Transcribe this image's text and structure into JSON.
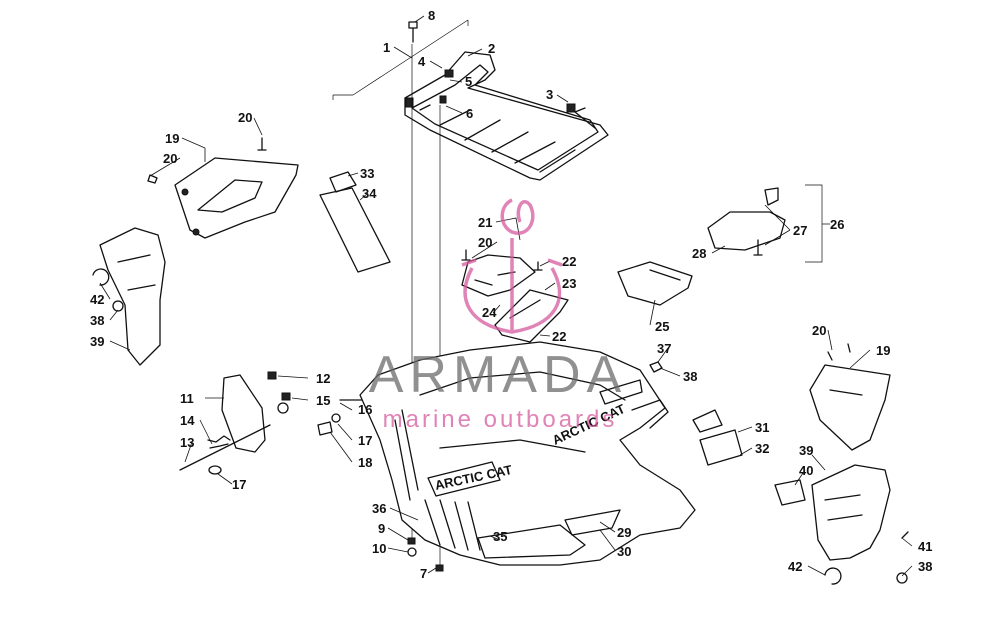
{
  "watermark": {
    "title": "ARMADA",
    "subtitle": "marine outboards",
    "accent_color": "#d65a9e",
    "title_color": "#6b6b6b",
    "logo": "anchor-logo"
  },
  "decal_text": {
    "brand": "ARCTIC CAT",
    "grille": "ARCTIC CAT"
  },
  "callouts": [
    {
      "n": "1"
    },
    {
      "n": "2"
    },
    {
      "n": "3"
    },
    {
      "n": "4"
    },
    {
      "n": "5"
    },
    {
      "n": "6"
    },
    {
      "n": "7"
    },
    {
      "n": "8"
    },
    {
      "n": "9"
    },
    {
      "n": "10"
    },
    {
      "n": "11"
    },
    {
      "n": "12"
    },
    {
      "n": "13"
    },
    {
      "n": "14"
    },
    {
      "n": "15"
    },
    {
      "n": "16"
    },
    {
      "n": "17"
    },
    {
      "n": "17"
    },
    {
      "n": "18"
    },
    {
      "n": "19"
    },
    {
      "n": "19"
    },
    {
      "n": "20"
    },
    {
      "n": "20"
    },
    {
      "n": "20"
    },
    {
      "n": "20"
    },
    {
      "n": "21"
    },
    {
      "n": "22"
    },
    {
      "n": "22"
    },
    {
      "n": "23"
    },
    {
      "n": "24"
    },
    {
      "n": "25"
    },
    {
      "n": "26"
    },
    {
      "n": "27"
    },
    {
      "n": "28"
    },
    {
      "n": "29"
    },
    {
      "n": "30"
    },
    {
      "n": "31"
    },
    {
      "n": "32"
    },
    {
      "n": "33"
    },
    {
      "n": "34"
    },
    {
      "n": "35"
    },
    {
      "n": "36"
    },
    {
      "n": "37"
    },
    {
      "n": "38"
    },
    {
      "n": "38"
    },
    {
      "n": "38"
    },
    {
      "n": "39"
    },
    {
      "n": "39"
    },
    {
      "n": "40"
    },
    {
      "n": "41"
    },
    {
      "n": "42"
    },
    {
      "n": "42"
    }
  ]
}
